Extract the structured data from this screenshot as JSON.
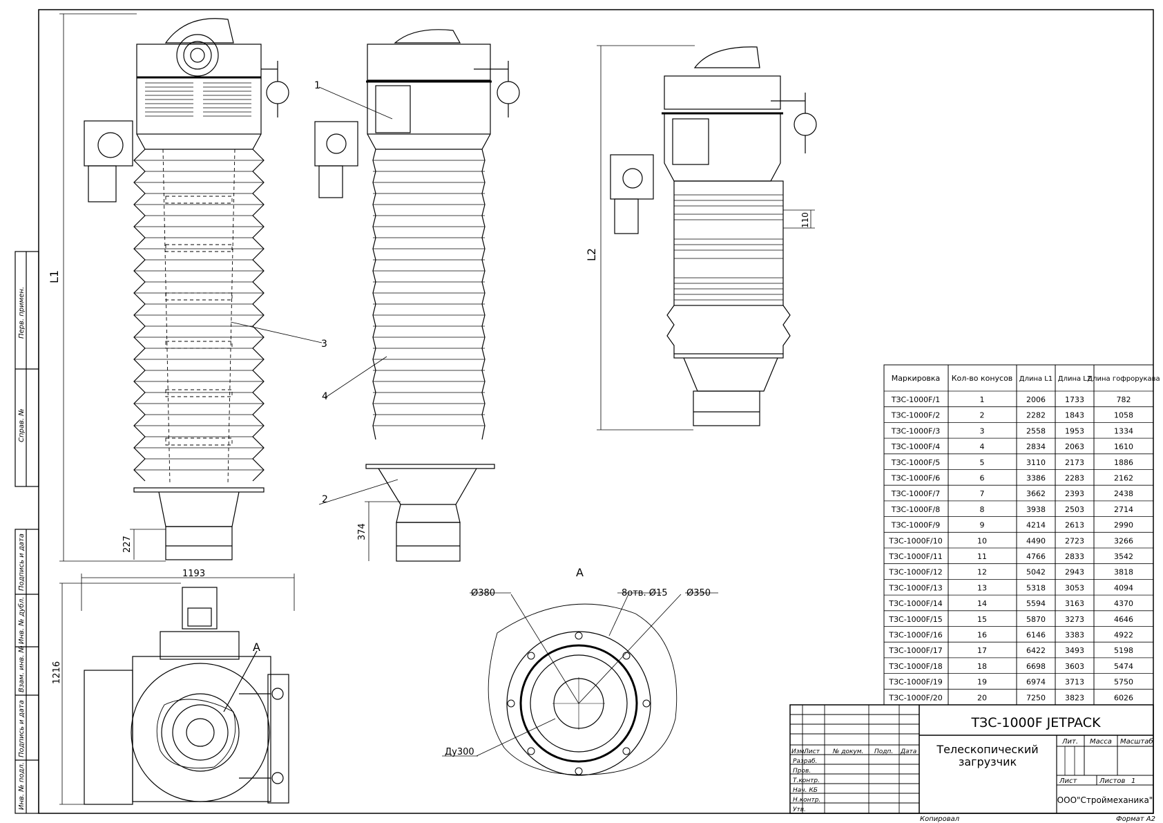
{
  "drawing": {
    "dims": {
      "L1": "L1",
      "L2": "L2",
      "d227": "227",
      "d374": "374",
      "d110": "110",
      "d1193": "1193",
      "d1216": "1216"
    },
    "callouts": [
      "1",
      "2",
      "3",
      "4"
    ],
    "view_a_label": "A",
    "view_a_top_label": "A",
    "detail": {
      "d380": "Ø380",
      "holes": "8отв. Ø15",
      "d350": "Ø350",
      "du300": "Ду300"
    }
  },
  "left_strip": [
    "Перв. примен.",
    "Справ. №",
    "Подпись и дата",
    "Инв. № дубл.",
    "Взам. инв. №",
    "Подпись и дата",
    "Инв. № подл."
  ],
  "spec_table": {
    "headers": [
      "Маркировка",
      "Кол-во конусов",
      "Длина L1",
      "Длина L2",
      "Длина гофрорукава"
    ],
    "rows": [
      [
        "ТЗС-1000F/1",
        "1",
        "2006",
        "1733",
        "782"
      ],
      [
        "ТЗС-1000F/2",
        "2",
        "2282",
        "1843",
        "1058"
      ],
      [
        "ТЗС-1000F/3",
        "3",
        "2558",
        "1953",
        "1334"
      ],
      [
        "ТЗС-1000F/4",
        "4",
        "2834",
        "2063",
        "1610"
      ],
      [
        "ТЗС-1000F/5",
        "5",
        "3110",
        "2173",
        "1886"
      ],
      [
        "ТЗС-1000F/6",
        "6",
        "3386",
        "2283",
        "2162"
      ],
      [
        "ТЗС-1000F/7",
        "7",
        "3662",
        "2393",
        "2438"
      ],
      [
        "ТЗС-1000F/8",
        "8",
        "3938",
        "2503",
        "2714"
      ],
      [
        "ТЗС-1000F/9",
        "9",
        "4214",
        "2613",
        "2990"
      ],
      [
        "ТЗС-1000F/10",
        "10",
        "4490",
        "2723",
        "3266"
      ],
      [
        "ТЗС-1000F/11",
        "11",
        "4766",
        "2833",
        "3542"
      ],
      [
        "ТЗС-1000F/12",
        "12",
        "5042",
        "2943",
        "3818"
      ],
      [
        "ТЗС-1000F/13",
        "13",
        "5318",
        "3053",
        "4094"
      ],
      [
        "ТЗС-1000F/14",
        "14",
        "5594",
        "3163",
        "4370"
      ],
      [
        "ТЗС-1000F/15",
        "15",
        "5870",
        "3273",
        "4646"
      ],
      [
        "ТЗС-1000F/16",
        "16",
        "6146",
        "3383",
        "4922"
      ],
      [
        "ТЗС-1000F/17",
        "17",
        "6422",
        "3493",
        "5198"
      ],
      [
        "ТЗС-1000F/18",
        "18",
        "6698",
        "3603",
        "5474"
      ],
      [
        "ТЗС-1000F/19",
        "19",
        "6974",
        "3713",
        "5750"
      ],
      [
        "ТЗС-1000F/20",
        "20",
        "7250",
        "3823",
        "6026"
      ]
    ]
  },
  "title_block": {
    "designation": "ТЗС-1000F JETPACK",
    "name_line1": "Телескопический",
    "name_line2": "загрузчик",
    "col_headers": [
      "Изм.",
      "Лист",
      "№ докум.",
      "Подп.",
      "Дата"
    ],
    "roles": [
      "Разраб.",
      "Пров.",
      "Т.контр.",
      "Нач. КБ",
      "Н.контр.",
      "Утв."
    ],
    "lit": "Лит.",
    "mass": "Масса",
    "scale": "Масштаб",
    "sheet": "Лист",
    "sheets": "Листов",
    "sheets_count": "1",
    "company": "ООО\"Строймеханика\""
  },
  "footer": {
    "copied": "Копировал",
    "format": "Формат А2"
  }
}
